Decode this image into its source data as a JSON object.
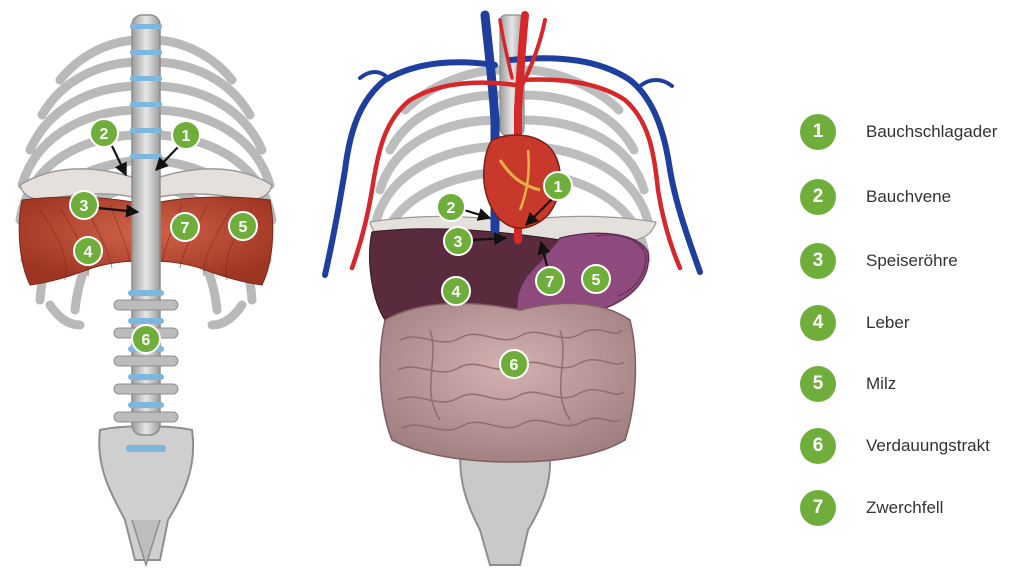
{
  "legend": [
    {
      "num": "1",
      "label": "Bauchschlagader"
    },
    {
      "num": "2",
      "label": "Bauchvene"
    },
    {
      "num": "3",
      "label": "Speiseröhre"
    },
    {
      "num": "4",
      "label": "Leber"
    },
    {
      "num": "5",
      "label": "Milz"
    },
    {
      "num": "6",
      "label": "Verdauungstrakt"
    },
    {
      "num": "7",
      "label": "Zwerchfell"
    }
  ],
  "left_figure": {
    "markers": [
      "2",
      "1",
      "3",
      "7",
      "5",
      "4",
      "6"
    ]
  },
  "right_figure": {
    "markers": [
      "1",
      "2",
      "3",
      "7",
      "5",
      "4",
      "6"
    ]
  },
  "colors": {
    "marker_green": "#6fae3a",
    "bone": "#c9c9c9",
    "bone_shadow": "#8e8e8e",
    "disc": "#7db7de",
    "diaphragm_muscle": "#b8482f",
    "liver": "#5a2b3d",
    "spleen": "#8e4a7c",
    "intestine": "#bf9a9a",
    "artery": "#d6282a",
    "vein": "#1f3f9e",
    "heart": "#c8392b"
  }
}
